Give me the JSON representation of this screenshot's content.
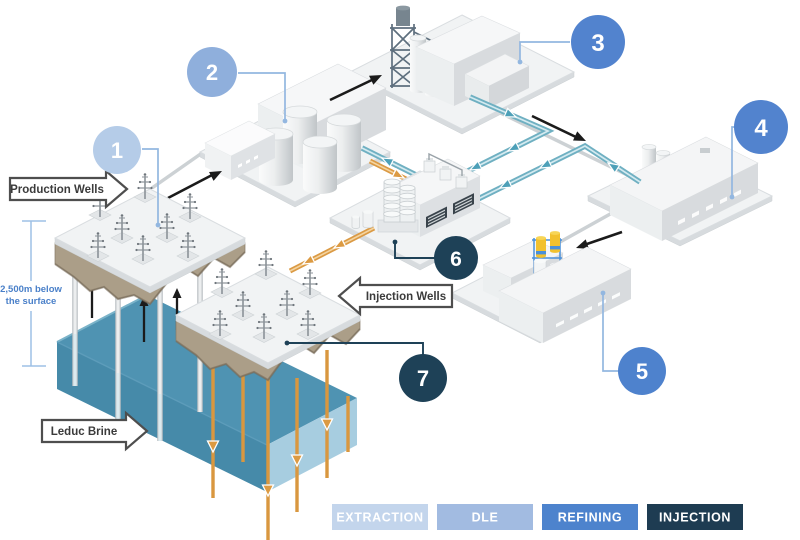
{
  "diagram": {
    "stage_circles": [
      {
        "number": "1",
        "color": "#b5cce8"
      },
      {
        "number": "2",
        "color": "#8fafdc"
      },
      {
        "number": "3",
        "color": "#5283ce"
      },
      {
        "number": "4",
        "color": "#5283ce"
      },
      {
        "number": "5",
        "color": "#4e82cd"
      },
      {
        "number": "6",
        "color": "#1e4157"
      },
      {
        "number": "7",
        "color": "#1e4157"
      }
    ],
    "labels": {
      "production_wells": "Production Wells",
      "injection_wells": "Injection Wells",
      "leduc_brine": "Leduc Brine",
      "depth_line1": "2,500m below",
      "depth_line2": "the surface"
    },
    "legend": [
      {
        "label": "EXTRACTION",
        "color": "#c3d5ec"
      },
      {
        "label": "DLE",
        "color": "#a2bbe1"
      },
      {
        "label": "REFINING",
        "color": "#4d83cd"
      },
      {
        "label": "INJECTION",
        "color": "#1e3c52"
      }
    ],
    "colors": {
      "brine_aquifer": "#4f93b2",
      "lithium_stream_pipe": "#6fb0c2",
      "spent_brine_pipe": "#db9a44",
      "process_arrow": "#1b1b1b"
    }
  }
}
